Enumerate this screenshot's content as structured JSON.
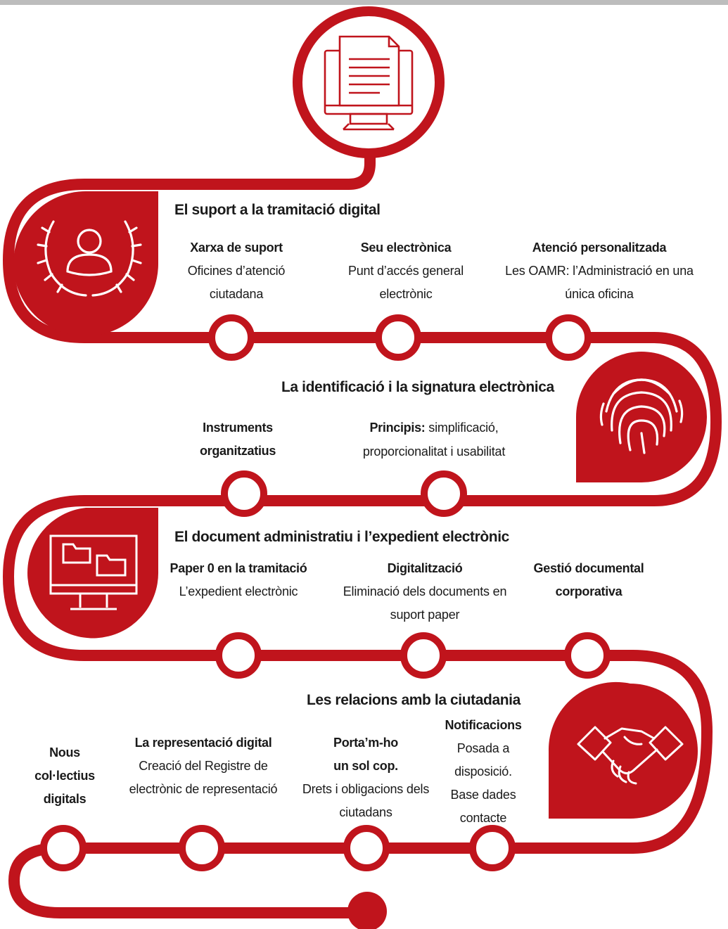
{
  "colors": {
    "red": "#c0141c",
    "white": "#ffffff",
    "text": "#1a1a1a"
  },
  "icons": [
    "document-monitor-icon",
    "user-laurel-icon",
    "fingerprint-icon",
    "folders-monitor-icon",
    "handshake-icon"
  ],
  "sections": [
    {
      "title": "El suport a la tramitació digital",
      "items": [
        {
          "title": "Xarxa de suport",
          "lines": [
            "Oficines d’atenció",
            "ciutadana"
          ]
        },
        {
          "title": "Seu electrònica",
          "lines": [
            "Punt d’accés general",
            "electrònic"
          ]
        },
        {
          "title": "Atenció personalitzada",
          "lines": [
            "Les OAMR: l’Administració en una",
            "única oficina"
          ]
        }
      ]
    },
    {
      "title": "La identificació i la signatura electrònica",
      "items": [
        {
          "title_lines": [
            "Instruments",
            "organitzatius"
          ]
        },
        {
          "title": "Principis:",
          "inline": " simplificació,",
          "lines": [
            "proporcionalitat i usabilitat"
          ]
        }
      ]
    },
    {
      "title": "El document administratiu i l’expedient electrònic",
      "items": [
        {
          "title": "Paper 0 en la tramitació",
          "lines": [
            "L’expedient electrònic"
          ]
        },
        {
          "title": "Digitalització",
          "lines": [
            "Eliminació dels documents en",
            "suport paper"
          ]
        },
        {
          "title_lines": [
            "Gestió documental",
            "corporativa"
          ]
        }
      ]
    },
    {
      "title": "Les relacions amb la ciutadania",
      "items": [
        {
          "title_lines": [
            "Nous",
            "col·lectius",
            "digitals"
          ]
        },
        {
          "title": "La representació digital",
          "lines": [
            "Creació del Registre de",
            "electrònic de representació"
          ]
        },
        {
          "title_lines": [
            "Porta’m-ho",
            "un sol cop."
          ],
          "lines": [
            "Drets i obligacions dels",
            "ciutadans"
          ]
        },
        {
          "title": "Notificacions",
          "lines": [
            "Posada a",
            "disposició.",
            "Base dades",
            "contacte"
          ]
        }
      ]
    }
  ]
}
